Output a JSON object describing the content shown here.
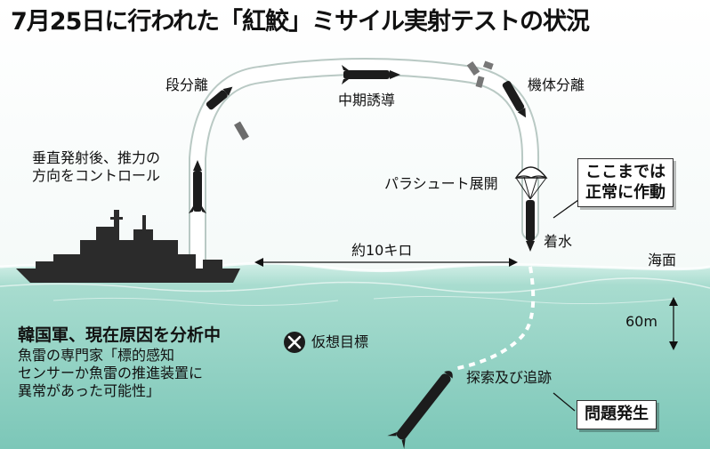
{
  "title": "7月25日に行われた「紅鮫」ミサイル実射テストの状況",
  "flight_labels": {
    "stage_separation": "段分離",
    "midcourse_guidance": "中期誘導",
    "body_separation": "機体分離",
    "vertical_launch_line1": "垂直発射後、推力の",
    "vertical_launch_line2": "方向をコントロール",
    "parachute_deploy": "パラシュート展開",
    "splashdown": "着水",
    "distance": "約10キロ",
    "sea_surface": "海面",
    "depth": "60m",
    "search_track": "探索及び追跡",
    "virtual_target": "仮想目標"
  },
  "callout_ok": {
    "line1": "ここまでは",
    "line2": "正常に作動"
  },
  "callout_problem": {
    "text": "問題発生"
  },
  "analysis": {
    "heading": "韓国軍、現在原因を分析中",
    "lines": [
      "魚雷の専門家「標的感知",
      "センサーか魚雷の推進装置に",
      "異常があった可能性」"
    ]
  },
  "colors": {
    "sea_surface": "#bfe6dd",
    "sea_deep": "#7fcbbd",
    "trajectory": "#ffffff",
    "trajectory_outline": "#b9c9c4",
    "ship": "#2b2b2b"
  }
}
